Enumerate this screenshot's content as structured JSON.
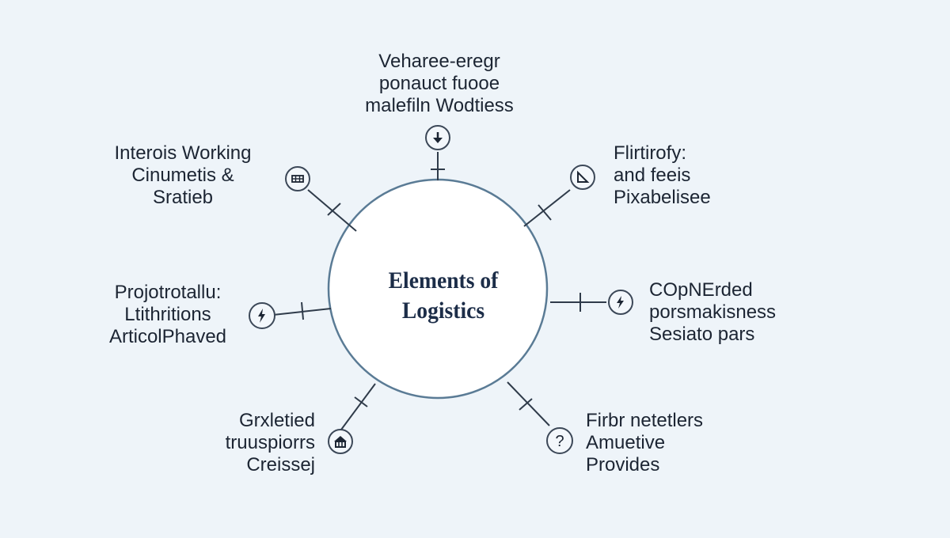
{
  "diagram": {
    "center": {
      "line1": "Elements of",
      "line2": "Logistics"
    },
    "nodes": [
      {
        "id": "top",
        "lines": [
          "Veharee-eregr",
          "ponauct fuooe",
          "malefiln Wodtiess"
        ],
        "icon": "download-arrow-icon"
      },
      {
        "id": "top-right",
        "lines": [
          "Flirtirofy:",
          "and feeis",
          "Pixabelisee"
        ],
        "icon": "triangle-icon"
      },
      {
        "id": "right",
        "lines": [
          "COpNErded",
          "porsmakisness",
          "Sesiato pars"
        ],
        "icon": "lightning-bolt-icon"
      },
      {
        "id": "bottom-right",
        "lines": [
          "Firbr netetlers",
          "Amuetive",
          "Provides"
        ],
        "icon": "question-mark-icon"
      },
      {
        "id": "bottom-left",
        "lines": [
          "Grxletied",
          "truuspiorrs",
          "Creissej"
        ],
        "icon": "house-icon"
      },
      {
        "id": "left",
        "lines": [
          "Projotrotallu:",
          "Ltithritions",
          "ArticolPhaved"
        ],
        "icon": "lightning-bolt-icon"
      },
      {
        "id": "top-left",
        "lines": [
          "Interois Working",
          "Cinumetis &",
          "Sratieb"
        ],
        "icon": "grid-table-icon"
      }
    ],
    "colors": {
      "background": "#eef4f9",
      "circle_stroke": "#5a7b95",
      "connector": "#2f3b4a",
      "text": "#1c2533",
      "center_text": "#1c2d48"
    }
  }
}
